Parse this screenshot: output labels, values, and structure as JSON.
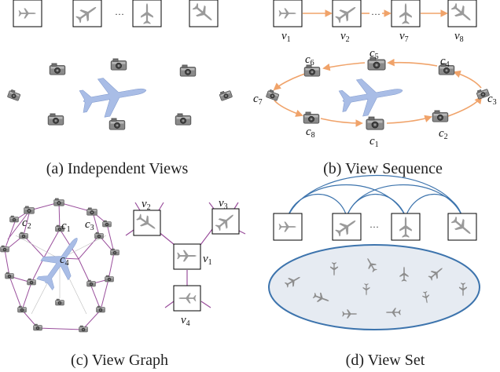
{
  "panels": {
    "a": {
      "caption": "(a) Independent Views",
      "ellipsis": "···"
    },
    "b": {
      "caption": "(b) View Sequence",
      "ellipsis": "···",
      "views": [
        "v1",
        "v2",
        "v7",
        "v8"
      ],
      "cameras": [
        "c1",
        "c2",
        "c3",
        "c4",
        "c5",
        "c6",
        "c7",
        "c8"
      ]
    },
    "c": {
      "caption": "(c) View Graph",
      "views": [
        "v1",
        "v2",
        "v3",
        "v4"
      ],
      "cameras": [
        "c1",
        "c2",
        "c3",
        "c4"
      ]
    },
    "d": {
      "caption": "(d) View Set",
      "ellipsis": "···"
    }
  },
  "colors": {
    "plane": "#a9bde6",
    "plane_edge": "#7f98cc",
    "camera": "#7b7b7b",
    "sequence_arrow": "#f0a36a",
    "graph_edge": "#9a4f9c",
    "set_arc": "#3d74ad",
    "set_fill": "#e6ebf2",
    "frame": "#000000"
  }
}
